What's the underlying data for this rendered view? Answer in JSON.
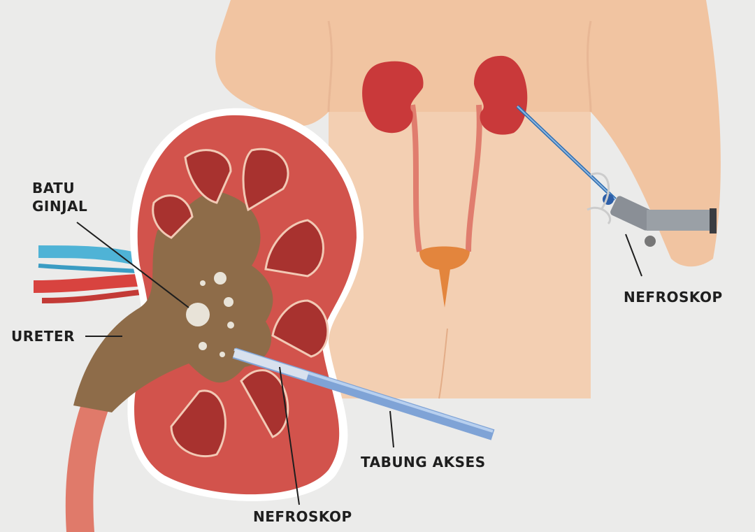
{
  "labels": {
    "kidney_stone_line1": "BATU",
    "kidney_stone_line2": "GINJAL",
    "ureter": "URETER",
    "nephroscope_right": "NEFROSKOP",
    "access_tube": "TABUNG AKSES",
    "nephroscope_bottom": "NEFROSKOP"
  },
  "colors": {
    "background": "#ebebea",
    "skin": "#f1c4a1",
    "kidney_red": "#d2534c",
    "kidney_dark": "#a8322f",
    "pelvis_brown": "#8e6c49",
    "vein_blue": "#4fb3d6",
    "artery_red": "#d8433f",
    "tube_blue": "#7fa3d6"
  }
}
